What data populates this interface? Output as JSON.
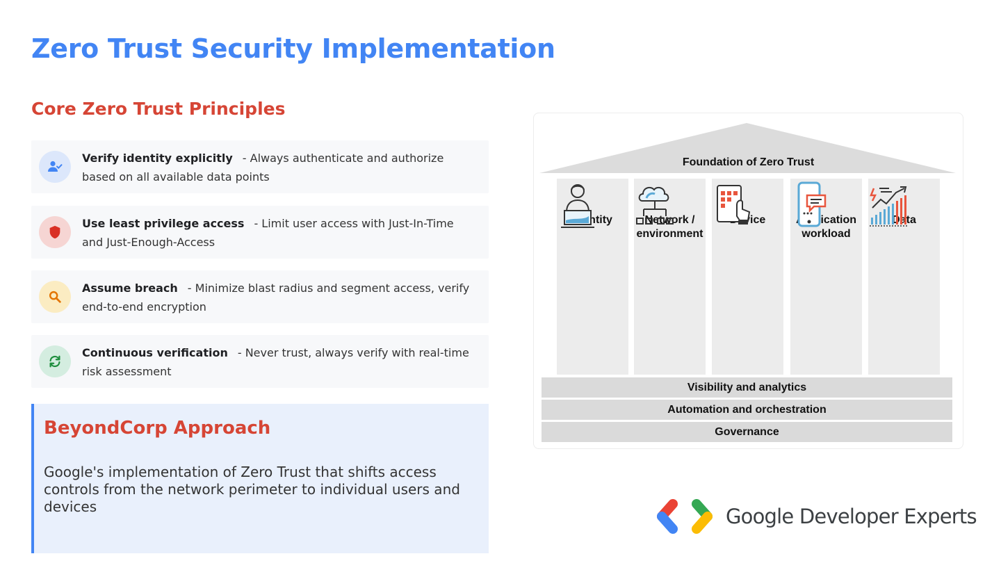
{
  "page": {
    "title": "Zero Trust Security Implementation",
    "subtitle": "Core Zero Trust Principles"
  },
  "principles": [
    {
      "name": "Verify identity explicitly",
      "desc": "- Always authenticate and authorize based on all available data points",
      "icon": "user-check-icon",
      "icon_color": "#4285f4",
      "circle_color": "#dce7fb"
    },
    {
      "name": "Use least privilege access",
      "desc": "- Limit user access with Just-In-Time and Just-Enough-Access",
      "icon": "shield-icon",
      "icon_color": "#d93025",
      "circle_color": "#f6d5d3"
    },
    {
      "name": "Assume breach",
      "desc": "- Minimize blast radius and segment access, verify end-to-end encryption",
      "icon": "search-icon",
      "icon_color": "#e37400",
      "circle_color": "#fbecc2"
    },
    {
      "name": "Continuous verification",
      "desc": "- Never trust, always verify with real-time risk assessment",
      "icon": "refresh-icon",
      "icon_color": "#1e8e3e",
      "circle_color": "#d4ede0"
    }
  ],
  "beyondcorp": {
    "title": "BeyondCorp Approach",
    "body": "Google's implementation of Zero Trust that shifts access controls from the network perimeter to individual users and devices"
  },
  "diagram": {
    "roof_label": "Foundation of Zero Trust",
    "pillars": [
      {
        "label": "Identity",
        "icon": "person-laptop-icon"
      },
      {
        "label": "Network / environment",
        "icon": "cloud-network-icon"
      },
      {
        "label": "Device",
        "icon": "tablet-touch-icon"
      },
      {
        "label": "Application workload",
        "icon": "phone-chat-icon"
      },
      {
        "label": "Data",
        "icon": "bar-chart-icon"
      }
    ],
    "bands": [
      "Visibility and analytics",
      "Automation and orchestration",
      "Governance"
    ]
  },
  "footer": {
    "brand": "Google Developer Experts",
    "logo_colors": [
      "#ea4335",
      "#4285f4",
      "#34a853",
      "#fbbc04"
    ]
  }
}
